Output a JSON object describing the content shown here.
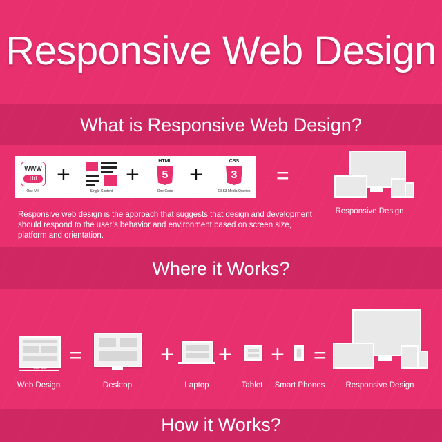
{
  "title": "Responsive Web Design",
  "section1": {
    "heading": "What is Responsive Web Design?",
    "strip": {
      "www_text": "WWW",
      "url_text": "Url",
      "one_url_label": "One Url",
      "single_content_label": "Single Content",
      "html_text": "HTML",
      "html_num": "5",
      "one code_label": "One Code",
      "css_text": "CSS",
      "css_num": "3",
      "css_label": "CSS3 Media Queries"
    },
    "equals": "=",
    "responsive_label": "Responsive Design",
    "description": "Responsive web design is the approach that suggests that design and development should respond to the user’s behavior and environment based on screen size, platform and orientation."
  },
  "section2": {
    "heading": "Where it Works?",
    "one_site_label": "One Site",
    "web_design_label": "Web Design",
    "desktop_label": "Desktop",
    "laptop_label": "Laptop",
    "tablet_label": "Tablet",
    "smartphones_label": "Smart Phones",
    "responsive_label": "Responsive Design"
  },
  "section3": {
    "heading": "How it Works?"
  },
  "symbols": {
    "plus": "+",
    "equals": "="
  }
}
